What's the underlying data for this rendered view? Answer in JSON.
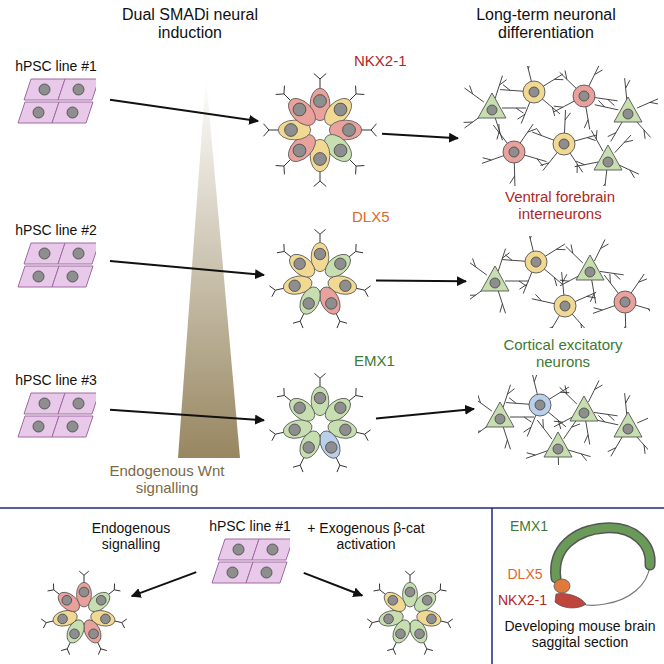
{
  "diagram": {
    "nodes": [
      {
        "text": [
          "hPSC line #1"
        ]
      },
      {
        "text": [
          "NKX2-1"
        ]
      },
      {
        "text": [
          "Ventral forebrain interneurons"
        ]
      },
      {
        "text": [
          "hPSC line #2"
        ]
      },
      {
        "text": [
          "DLX5"
        ]
      },
      {
        "text": []
      },
      {
        "text": [
          "hPSC line #3"
        ]
      },
      {
        "text": [
          "EMX1"
        ]
      },
      {
        "text": [
          "Cortical excitatory neurons"
        ]
      },
      {
        "text": [
          "hPSC line #1"
        ]
      },
      {
        "text": []
      },
      {
        "text": []
      }
    ],
    "edges": [
      {
        "from": 0,
        "to": 1,
        "arrow": "to"
      },
      {
        "from": 1,
        "to": 2,
        "arrow": "to"
      },
      {
        "from": 3,
        "to": 4,
        "arrow": "to"
      },
      {
        "from": 4,
        "to": 5,
        "arrow": "to"
      },
      {
        "from": 6,
        "to": 7,
        "arrow": "to"
      },
      {
        "from": 7,
        "to": 8,
        "arrow": "to"
      },
      {
        "from": 9,
        "to": 10,
        "label": "Endogenous signalling",
        "arrow": "to"
      },
      {
        "from": 9,
        "to": 11,
        "label": "+ Exogenous β-cat activation",
        "arrow": "to"
      }
    ],
    "labels": [
      "Dual SMADi neural induction",
      "Long-term neuronal differentiation",
      "Endogenous Wnt signalling",
      "EMX1",
      "DLX5",
      "NKX2-1",
      "Developing mouse brain saggital section"
    ]
  }
}
